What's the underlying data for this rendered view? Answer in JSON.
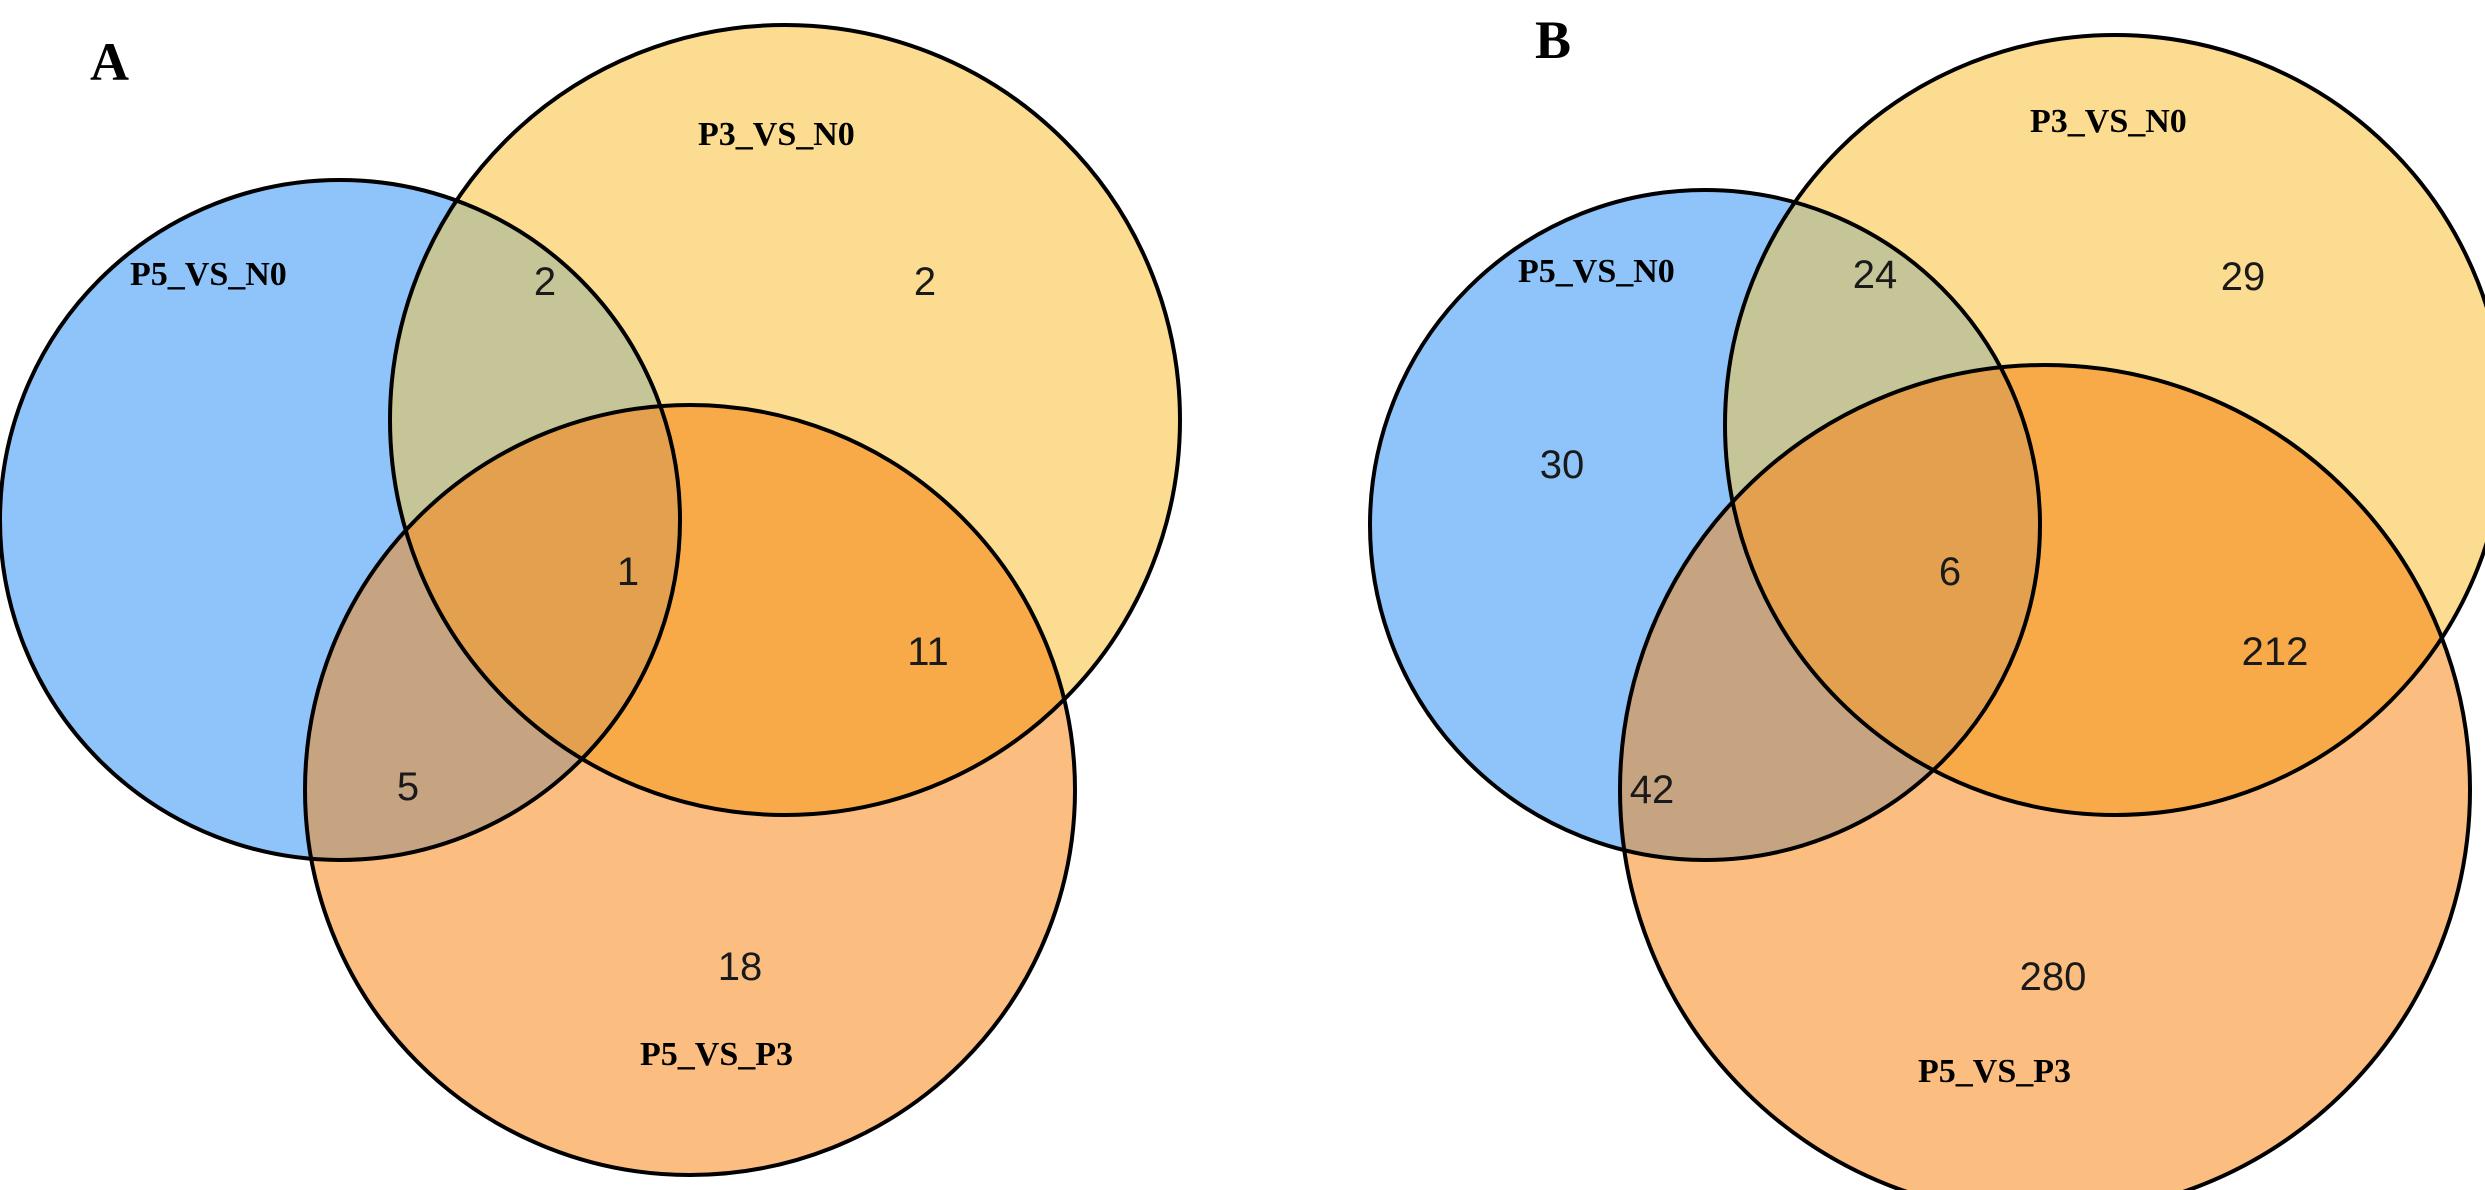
{
  "colors": {
    "set_a": "#8ec4f9",
    "set_b": "#fbdc91",
    "set_c": "#fbbd80",
    "a_and_b": "#c5c597",
    "a_and_c": "#c6a482",
    "b_and_c": "#f9aa48",
    "all_three": "#e3a14f",
    "outline": "#000000"
  },
  "panels": [
    {
      "letter": "A",
      "sets": {
        "a": "P5_VS_N0",
        "b": "P3_VS_N0",
        "c": "P5_VS_P3"
      },
      "counts": {
        "a_only": "",
        "b_only": "2",
        "c_only": "18",
        "a_b": "2",
        "a_c": "5",
        "b_c": "11",
        "a_b_c": "1"
      }
    },
    {
      "letter": "B",
      "sets": {
        "a": "P5_VS_N0",
        "b": "P3_VS_N0",
        "c": "P5_VS_P3"
      },
      "counts": {
        "a_only": "30",
        "b_only": "29",
        "c_only": "280",
        "a_b": "24",
        "a_c": "42",
        "b_c": "212",
        "a_b_c": "6"
      }
    }
  ]
}
